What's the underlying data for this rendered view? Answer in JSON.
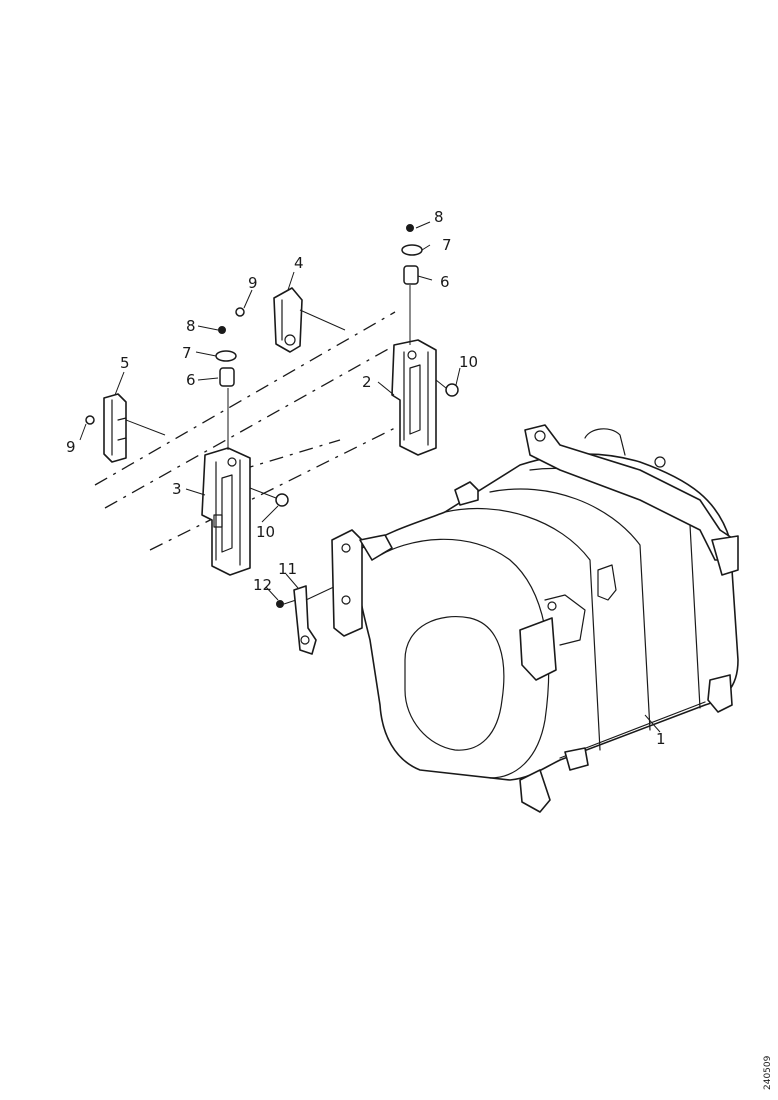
{
  "callouts": {
    "c1": "1",
    "c2": "2",
    "c3": "3",
    "c4": "4",
    "c5": "5",
    "c6a": "6",
    "c6b": "6",
    "c7a": "7",
    "c7b": "7",
    "c8a": "8",
    "c8b": "8",
    "c9a": "9",
    "c9b": "9",
    "c10a": "10",
    "c10b": "10",
    "c11": "11",
    "c12": "12"
  },
  "drawing_ref": "240509"
}
